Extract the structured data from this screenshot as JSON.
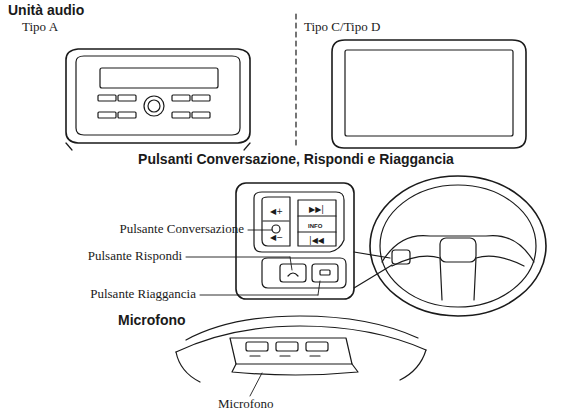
{
  "diagram": {
    "labels": [
      "Unità audio",
      "Tipo A",
      "Tipo C/Tipo D",
      "Pulsanti Conversazione, Rispondi e Riaggancia",
      "INFO",
      "Pulsante Conversazione",
      "Pulsante Rispondi",
      "Pulsante Riaggancia",
      "Microfono",
      "Microfono"
    ]
  }
}
